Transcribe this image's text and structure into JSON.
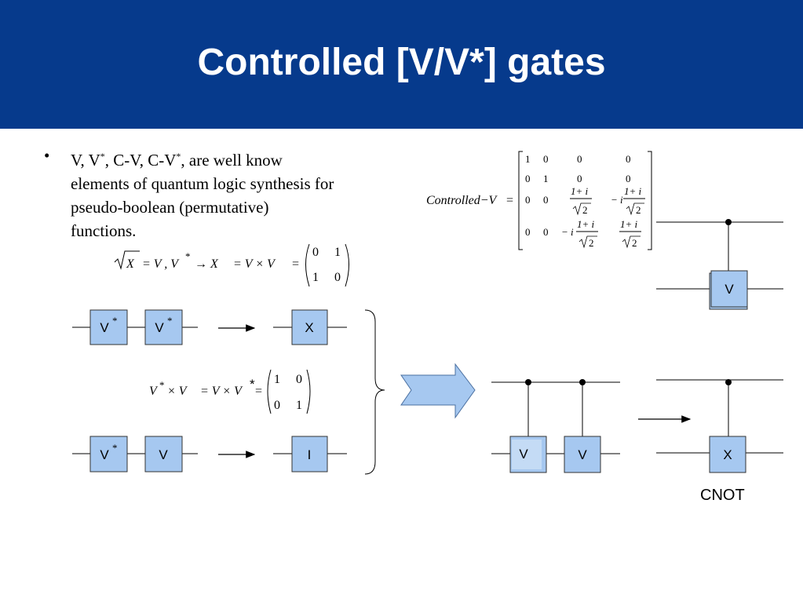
{
  "slide": {
    "title": "Controlled [V/V*] gates"
  },
  "bullet": {
    "symbol": "•",
    "line1_a": "V, V",
    "sup1": "*",
    "line1_b": ", C-V, C-V",
    "sup2": "*",
    "line1_c": ", are well know",
    "line2": "elements of quantum logic synthesis for",
    "line3": "pseudo-boolean (permutative)",
    "line4": "functions."
  },
  "equation1": {
    "sqrt_x": "X",
    "eq_v": "= V , V",
    "star": "*",
    "arrow_x": "→  X",
    "rhs": "= V × V",
    "eq": "=",
    "m": [
      "0",
      "1",
      "1",
      "0"
    ]
  },
  "equation2": {
    "lhs_v": "V",
    "star": "*",
    "lhs_rest": "× V",
    "mid": "= V × V",
    "asterisk": "*",
    "eq": "=",
    "m": [
      "1",
      "0",
      "0",
      "1"
    ]
  },
  "controlled_v": {
    "label": "Controlled−V",
    "eq": "=",
    "row1": [
      "1",
      "0",
      "0",
      "0"
    ],
    "row2": [
      "0",
      "1",
      "0",
      "0"
    ],
    "row3": [
      "0",
      "0"
    ],
    "row4": [
      "0",
      "0"
    ],
    "num": "1+ i",
    "den": "2",
    "minus_i": "− i"
  },
  "gates": {
    "v_star": "V",
    "star": "*",
    "v": "V",
    "x": "X",
    "i": "I"
  },
  "cnot_label": "CNOT",
  "colors": {
    "header": "#063a8c",
    "gate_fill": "#a6c8f0",
    "gate_stroke": "#333333",
    "arrow_fill": "#a6c8f0"
  }
}
